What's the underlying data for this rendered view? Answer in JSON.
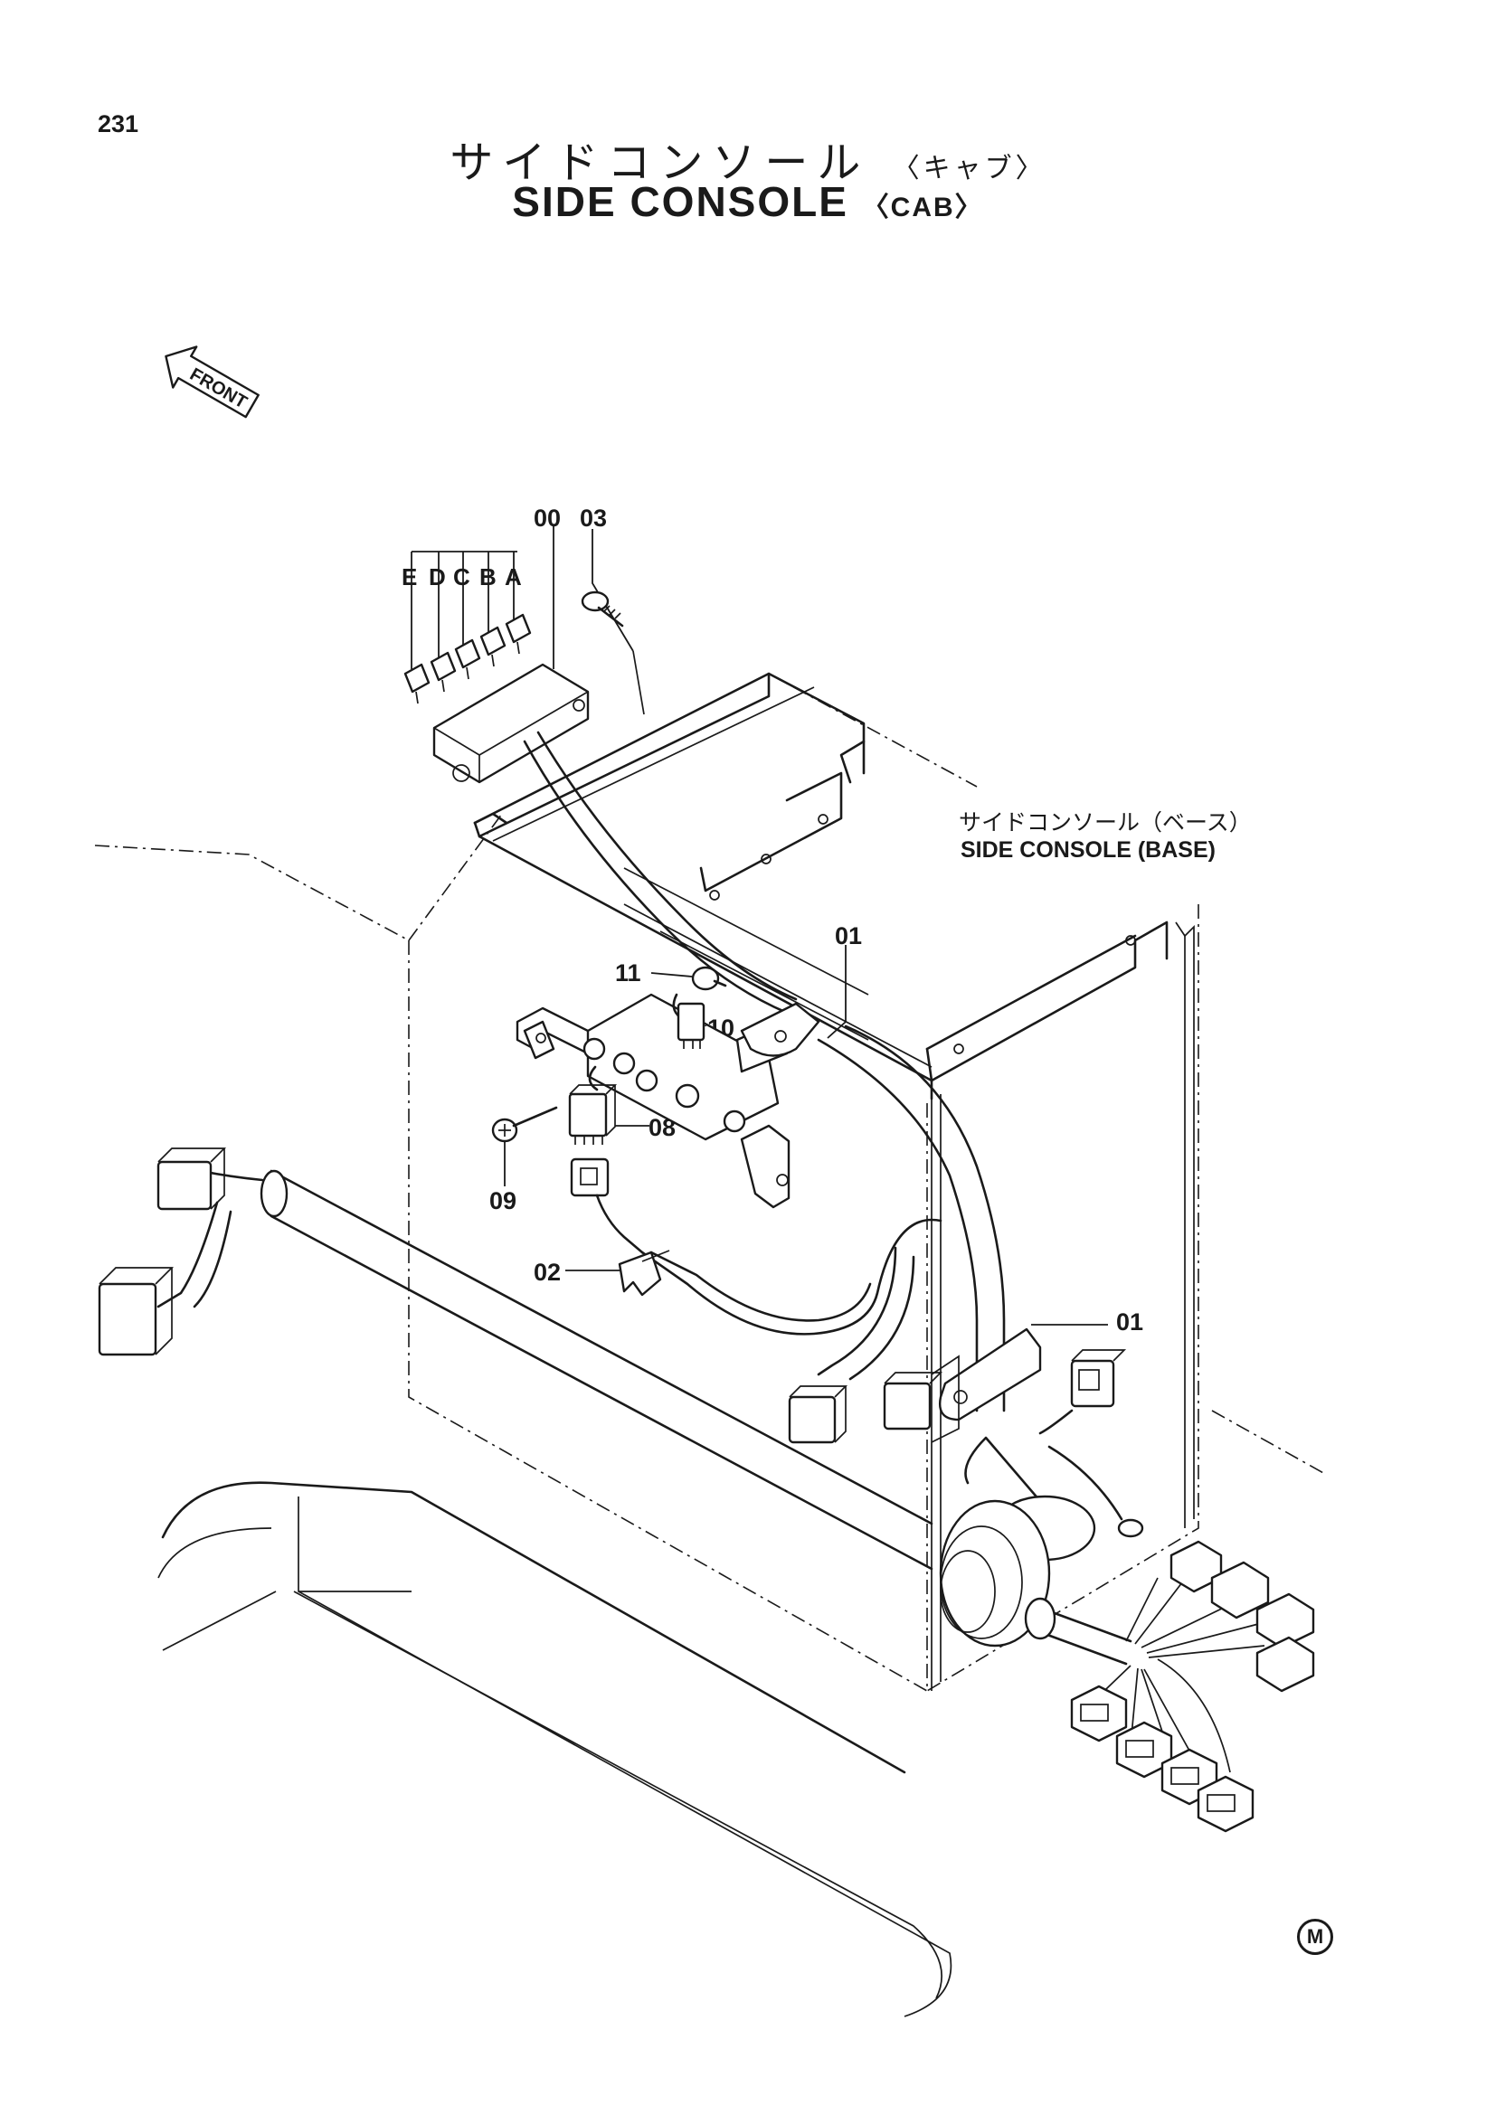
{
  "page": {
    "number": "231"
  },
  "title": {
    "japanese": "サイドコンソール",
    "japanese_sub": "〈キャブ〉",
    "english": "SIDE CONSOLE",
    "english_sub": "〈CAB〉"
  },
  "front_arrow": {
    "label": "FRONT"
  },
  "base_label": {
    "japanese": "サイドコンソール（ベース）",
    "english": "SIDE CONSOLE (BASE)"
  },
  "connector_letters": [
    "E",
    "D",
    "C",
    "B",
    "A"
  ],
  "callouts": {
    "c00": "00",
    "c03": "03",
    "c01_top": "01",
    "c11": "11",
    "c10": "10",
    "c08": "08",
    "c09": "09",
    "c02": "02",
    "c01_bottom": "01"
  },
  "corner_mark": "M"
}
